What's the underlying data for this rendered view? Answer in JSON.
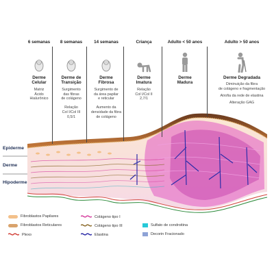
{
  "stages": [
    {
      "age": "6 semanas",
      "name": "Derme\nCelular",
      "desc": "Matriz\nÁcido\nHialurônico",
      "desc2": ""
    },
    {
      "age": "8 semanas",
      "name": "Derme de\nTransição",
      "desc": "Surgimento\ndas fibras\nde colágeno",
      "desc2": "Relação\nCol I/Col III\n0,5/1"
    },
    {
      "age": "14 semanas",
      "name": "Derme\nFibrosa",
      "desc": "Surgimento de\nda área papilar\ne reticular",
      "desc2": "Aumento da\ndensidade da fibra\nde colágeno"
    },
    {
      "age": "Criança",
      "name": "Derme\nImatura",
      "desc": "Relação\nCol I/Col II\n2,7/1",
      "desc2": ""
    },
    {
      "age": "Adulto < 50 anos",
      "name": "Derme\nMadura",
      "desc": "",
      "desc2": ""
    },
    {
      "age": "Adulto > 50 anos",
      "name": "Derme Degradada",
      "desc": "Diminuição da fibra\nde colágeno e fragmentação",
      "desc2": "Atrofia da rede de elastina",
      "desc3": "Alteração GAG"
    }
  ],
  "layers": {
    "epiderme": "Epiderme",
    "derme": "Derme",
    "hipoderme": "Hipoderme"
  },
  "legend": [
    {
      "label": "Fibroblastos Papilares",
      "color": "#f3c08a"
    },
    {
      "label": "Fibroblastos Reticulares",
      "color": "#d9a36c"
    },
    {
      "label": "Plexo",
      "color": "#d2423a"
    },
    {
      "label": "Colágeno tipo I",
      "color": "#d6409f"
    },
    {
      "label": "Colágeno tipo III",
      "color": "#8b6a2a"
    },
    {
      "label": "Elastina",
      "color": "#2c2ca8"
    },
    {
      "label": "Sulfato de condroitina",
      "color": "#27c9d8"
    },
    {
      "label": "Decorin Fracionado",
      "color": "#8ea3d6"
    }
  ]
}
